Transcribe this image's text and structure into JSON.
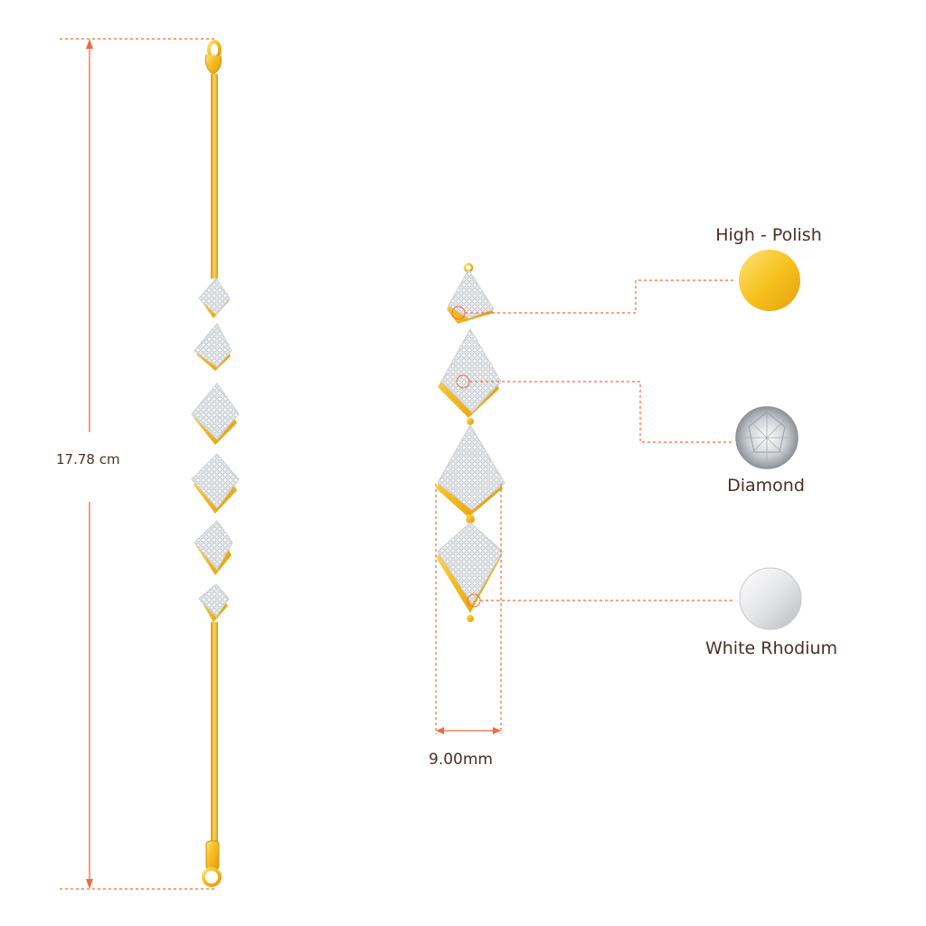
{
  "dimensions": {
    "length": "17.78 cm",
    "width": "9.00mm"
  },
  "materials": [
    {
      "label": "High - Polish",
      "icon": "gold-swatch-icon",
      "color": "#f5c21b"
    },
    {
      "label": "Diamond",
      "icon": "diamond-swatch-icon",
      "color": "#d9dde2"
    },
    {
      "label": "White Rhodium",
      "icon": "rhodium-swatch-icon",
      "color": "#e9e9ea"
    }
  ],
  "colors": {
    "dimension_line": "#f26a3b",
    "gold": "#f1b51c",
    "silver": "#dfe2e6",
    "text": "#4a2e2a"
  }
}
